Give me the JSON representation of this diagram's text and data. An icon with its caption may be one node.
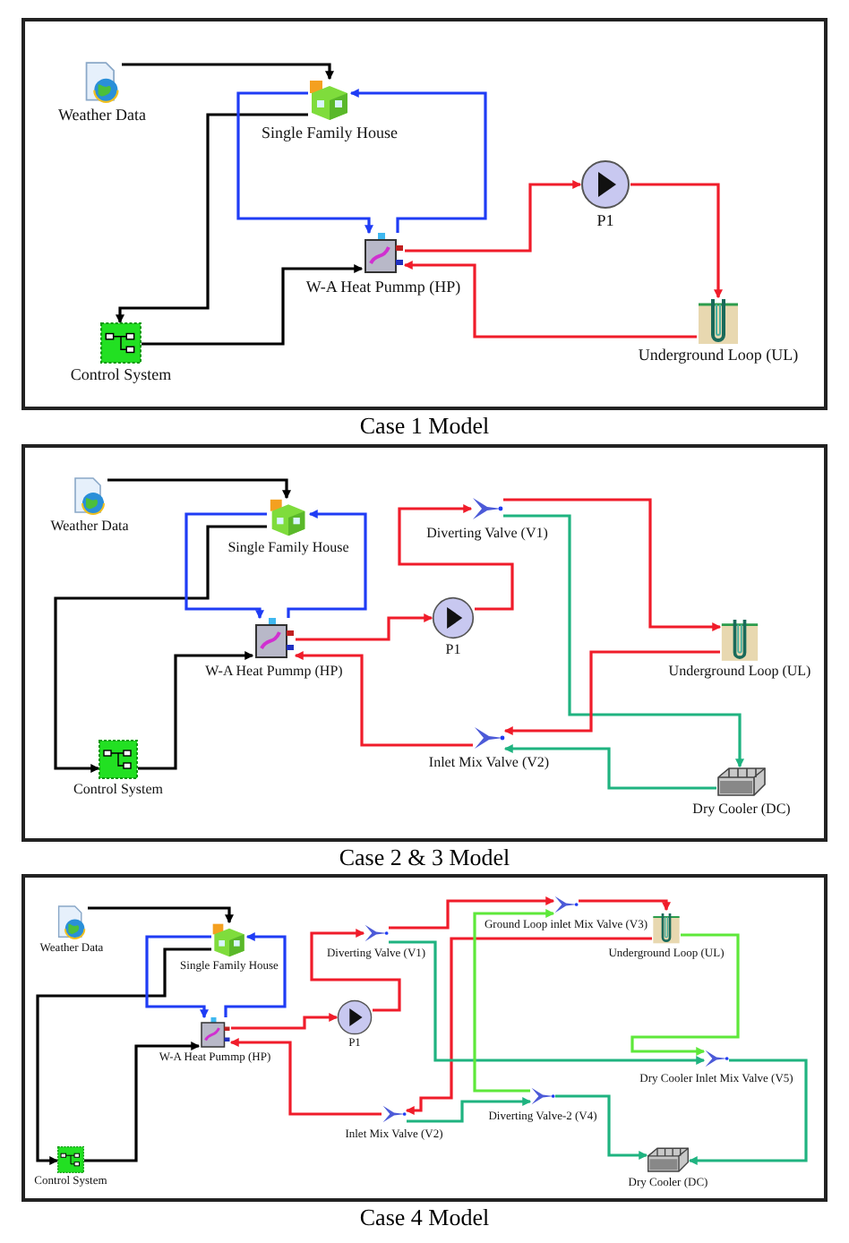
{
  "diagram": {
    "nodes": [
      {
        "text": [
          "Case 1 Model"
        ]
      },
      {
        "text": [
          "Weather Data"
        ],
        "in": 0
      },
      {
        "text": [
          "Single Family House"
        ],
        "in": 0
      },
      {
        "text": [
          "Control System"
        ],
        "in": 0
      },
      {
        "text": [
          "W-A Heat Pummp (HP)"
        ],
        "in": 0
      },
      {
        "text": [
          "P1"
        ],
        "in": 0
      },
      {
        "text": [
          "Underground Loop (UL)"
        ],
        "in": 0
      },
      {
        "text": [
          "Case 2 & 3 Model"
        ]
      },
      {
        "text": [
          "Weather Data"
        ],
        "in": 7
      },
      {
        "text": [
          "Single Family House"
        ],
        "in": 7
      },
      {
        "text": [
          "Diverting Valve (V1)"
        ],
        "in": 7
      },
      {
        "text": [
          "P1"
        ],
        "in": 7
      },
      {
        "text": [
          "W-A Heat Pummp (HP)"
        ],
        "in": 7
      },
      {
        "text": [
          "Underground Loop (UL)"
        ],
        "in": 7
      },
      {
        "text": [
          "Inlet Mix Valve (V2)"
        ],
        "in": 7
      },
      {
        "text": [
          "Control System"
        ],
        "in": 7
      },
      {
        "text": [
          "Dry Cooler (DC)"
        ],
        "in": 7
      },
      {
        "text": [
          "Case 4 Model"
        ]
      },
      {
        "text": [
          "Weather Data"
        ],
        "in": 17
      },
      {
        "text": [
          "Single Family House"
        ],
        "in": 17
      },
      {
        "text": [
          "Diverting Valve (V1)"
        ],
        "in": 17
      },
      {
        "text": [
          "Ground Loop inlet Mix Valve (V3)"
        ],
        "in": 17
      },
      {
        "text": [
          "Underground Loop (UL)"
        ],
        "in": 17
      },
      {
        "text": [
          "P1"
        ],
        "in": 17
      },
      {
        "text": [
          "W-A Heat Pummp (HP)"
        ],
        "in": 17
      },
      {
        "text": [
          "Dry Cooler Inlet Mix Valve (V5)"
        ],
        "in": 17
      },
      {
        "text": [
          "Inlet Mix Valve (V2)"
        ],
        "in": 17
      },
      {
        "text": [
          "Diverting Valve-2 (V4)"
        ],
        "in": 17
      },
      {
        "text": [
          "Dry Cooler (DC)"
        ],
        "in": 17
      },
      {
        "text": [
          "Control System"
        ],
        "in": 17
      }
    ],
    "edges": [
      {
        "from": 1,
        "to": 2,
        "arrow": "to",
        "color": "#000000"
      },
      {
        "from": 2,
        "to": 3,
        "arrow": "to",
        "color": "#000000"
      },
      {
        "from": 3,
        "to": 4,
        "arrow": "to",
        "color": "#000000"
      },
      {
        "from": 2,
        "to": 4,
        "arrow": "to",
        "color": "#1f3cf5"
      },
      {
        "from": 4,
        "to": 2,
        "arrow": "to",
        "color": "#1f3cf5"
      },
      {
        "from": 4,
        "to": 5,
        "arrow": "to"
      },
      {
        "from": 5,
        "to": 6,
        "arrow": "to"
      },
      {
        "from": 6,
        "to": 4,
        "arrow": "to"
      },
      {
        "from": 8,
        "to": 9,
        "arrow": "to",
        "color": "#000000"
      },
      {
        "from": 9,
        "to": 15,
        "arrow": "to",
        "color": "#000000"
      },
      {
        "from": 15,
        "to": 12,
        "arrow": "to",
        "color": "#000000"
      },
      {
        "from": 9,
        "to": 12,
        "arrow": "to",
        "color": "#1f3cf5"
      },
      {
        "from": 12,
        "to": 9,
        "arrow": "to",
        "color": "#1f3cf5"
      },
      {
        "from": 12,
        "to": 11,
        "arrow": "to"
      },
      {
        "from": 11,
        "to": 10,
        "arrow": "to"
      },
      {
        "from": 10,
        "to": 13,
        "arrow": "to"
      },
      {
        "from": 10,
        "to": 16,
        "arrow": "to",
        "color": "#1fb380"
      },
      {
        "from": 13,
        "to": 14,
        "arrow": "to"
      },
      {
        "from": 14,
        "to": 12,
        "arrow": "to"
      },
      {
        "from": 16,
        "to": 14,
        "arrow": "to",
        "color": "#1fb380"
      },
      {
        "from": 18,
        "to": 19,
        "arrow": "to",
        "color": "#000000"
      },
      {
        "from": 19,
        "to": 29,
        "arrow": "to",
        "color": "#000000"
      },
      {
        "from": 29,
        "to": 24,
        "arrow": "to",
        "color": "#000000"
      },
      {
        "from": 19,
        "to": 24,
        "arrow": "to",
        "color": "#1f3cf5"
      },
      {
        "from": 24,
        "to": 19,
        "arrow": "to",
        "color": "#1f3cf5"
      },
      {
        "from": 24,
        "to": 23,
        "arrow": "to"
      },
      {
        "from": 23,
        "to": 20,
        "arrow": "to"
      },
      {
        "from": 20,
        "to": 21,
        "arrow": "to"
      },
      {
        "from": 21,
        "to": 22,
        "arrow": "to"
      },
      {
        "from": 22,
        "to": 26,
        "arrow": "to"
      },
      {
        "from": 26,
        "to": 24,
        "arrow": "to"
      },
      {
        "from": 20,
        "to": 25,
        "arrow": "to",
        "color": "#1fb380"
      },
      {
        "from": 26,
        "to": 27,
        "arrow": "to",
        "color": "#1fb380"
      },
      {
        "from": 27,
        "to": 28,
        "arrow": "to",
        "color": "#1fb380"
      },
      {
        "from": 27,
        "to": 21,
        "arrow": "to",
        "color": "#5ee83a"
      },
      {
        "from": 22,
        "to": 25,
        "arrow": "to",
        "color": "#5ee83a"
      },
      {
        "from": 25,
        "to": 28,
        "arrow": "to",
        "color": "#1fb380"
      }
    ]
  }
}
